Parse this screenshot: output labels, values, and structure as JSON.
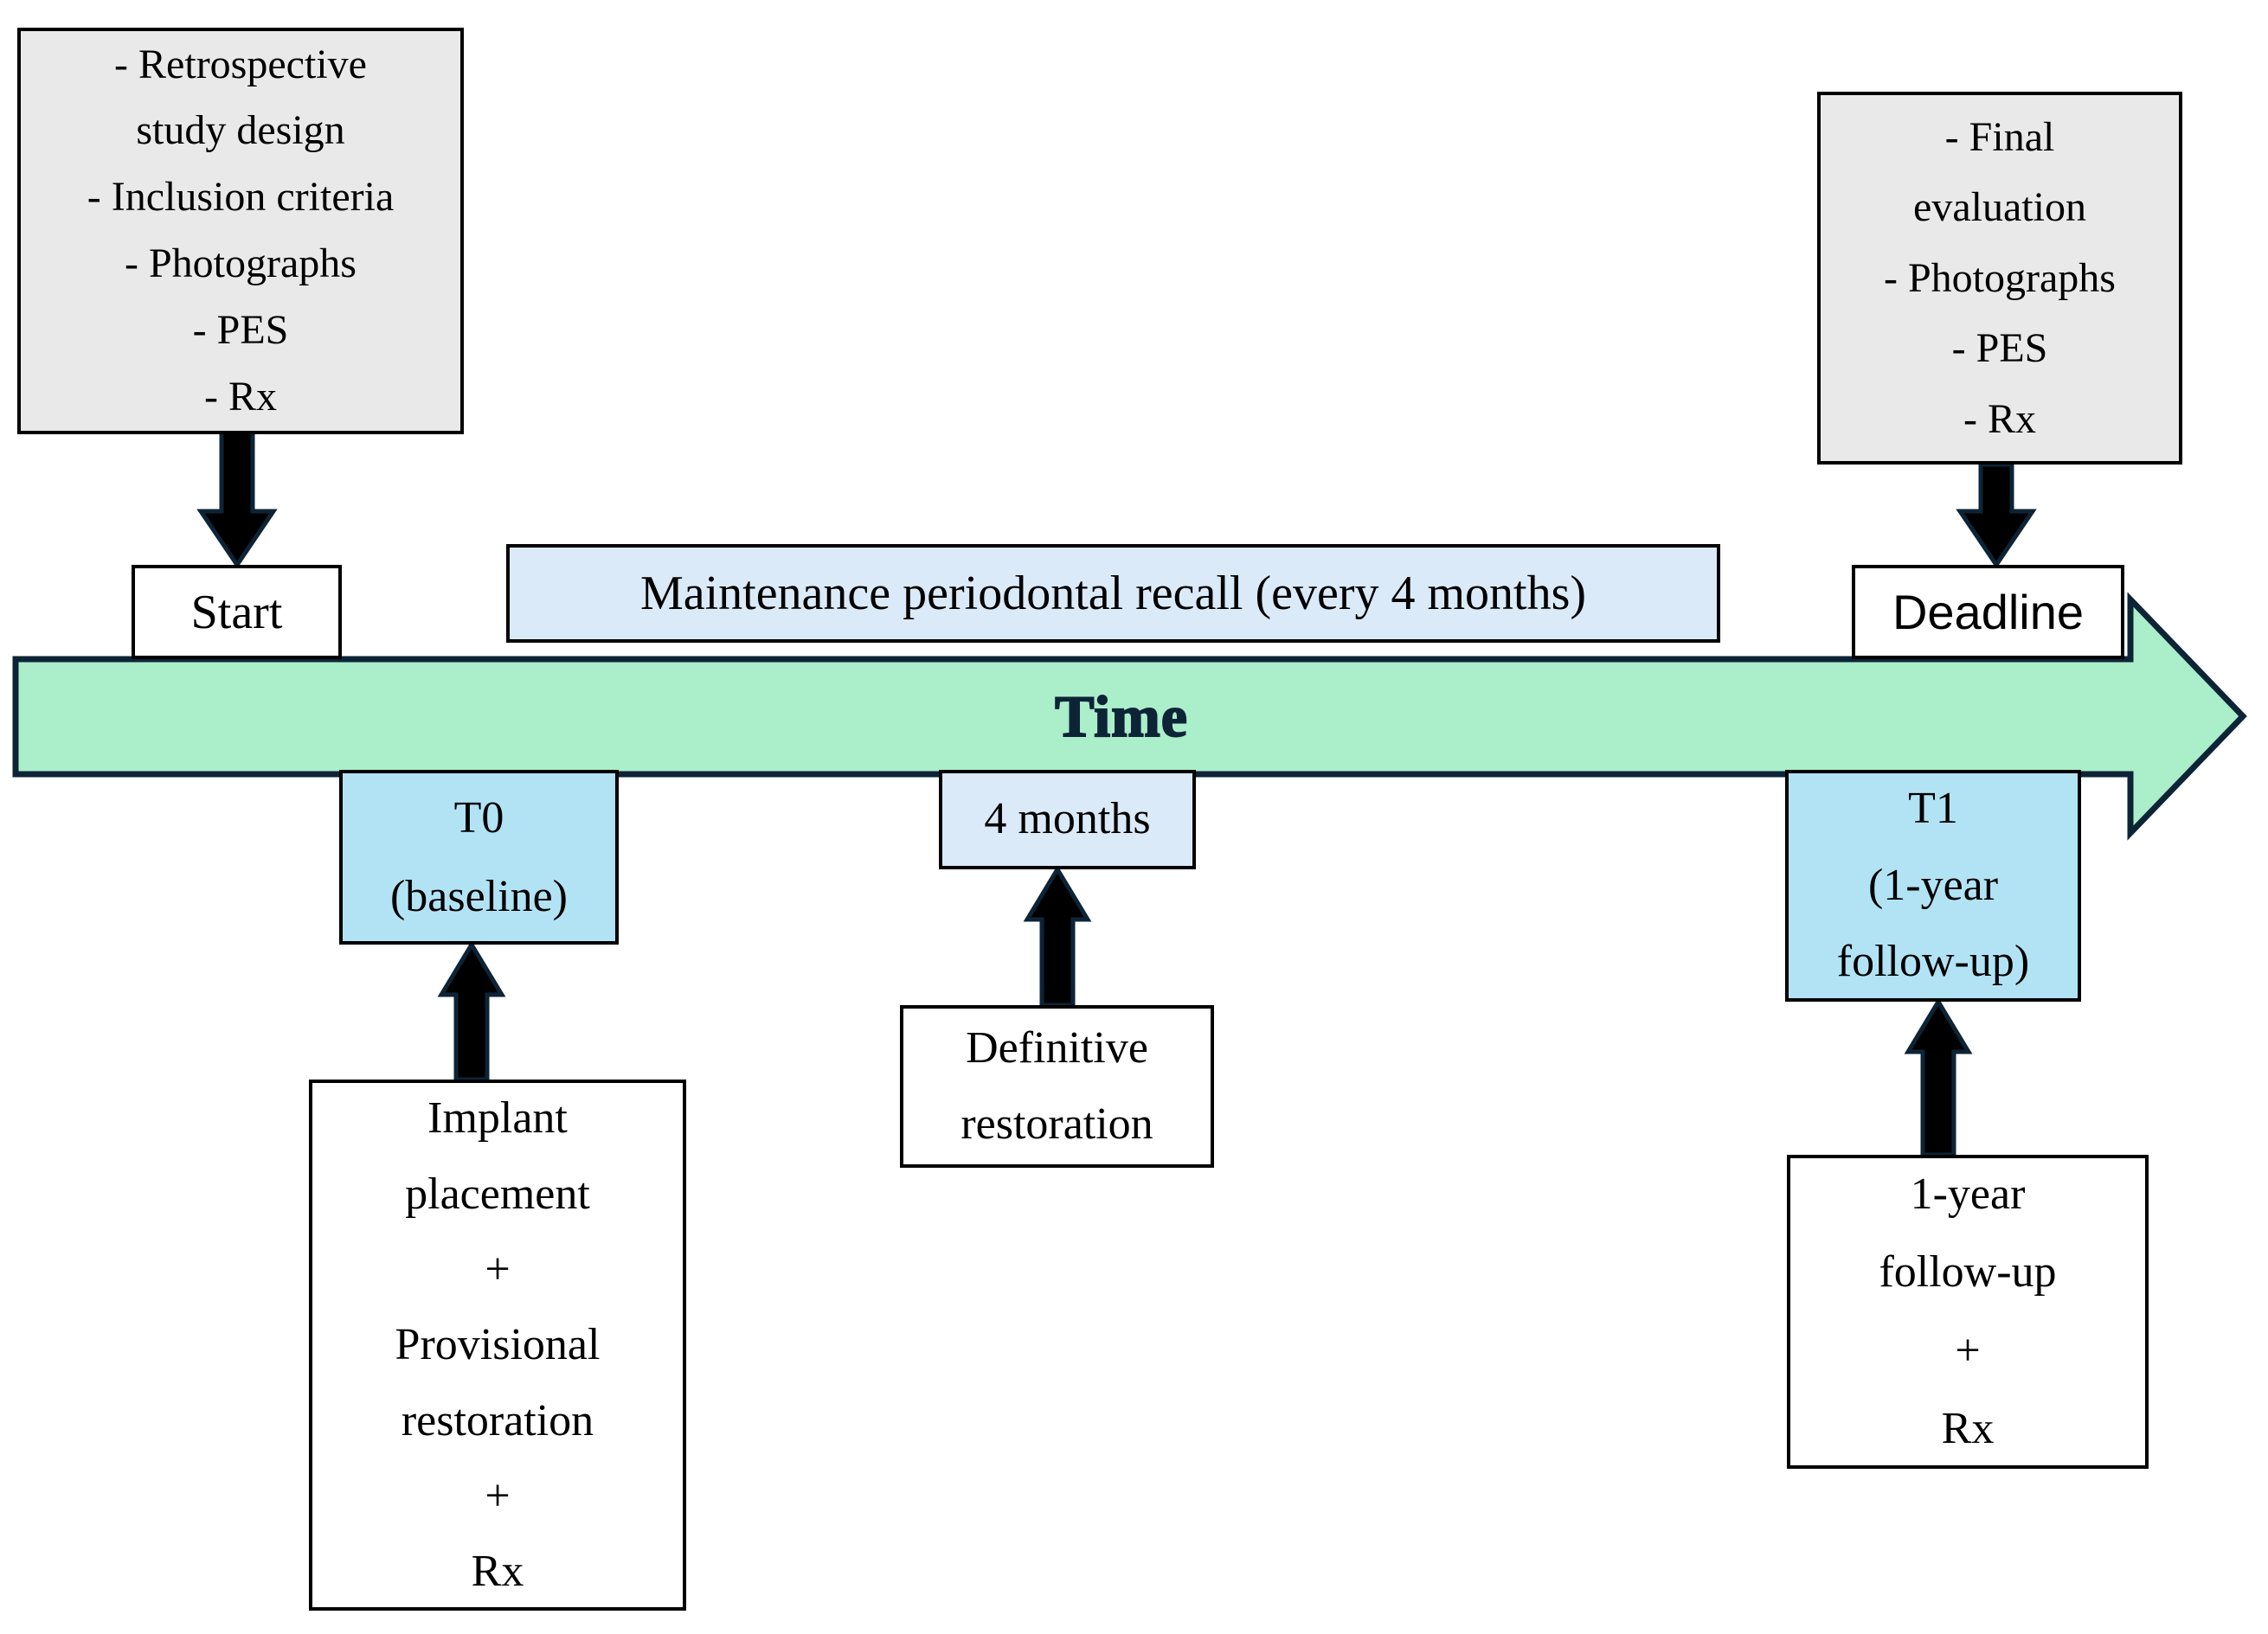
{
  "diagram": {
    "timeline_label": "Time",
    "start_label": "Start",
    "deadline_label": "Deadline",
    "maintenance_label": "Maintenance periodontal recall (every 4 months)",
    "four_months_label": "4 months",
    "top_left_box": {
      "lines": [
        "- Retrospective",
        "study design",
        "- Inclusion criteria",
        "- Photographs",
        "- PES",
        "- Rx"
      ]
    },
    "top_right_box": {
      "lines": [
        "- Final",
        "evaluation",
        "- Photographs",
        "- PES",
        "- Rx"
      ]
    },
    "t0_box": {
      "lines": [
        "T0",
        "(baseline)"
      ]
    },
    "t1_box": {
      "lines": [
        "T1",
        "(1-year",
        "follow-up)"
      ]
    },
    "implant_box": {
      "lines": [
        "Implant",
        "placement",
        "+",
        "Provisional",
        "restoration",
        "+",
        "Rx"
      ]
    },
    "definitive_box": {
      "lines": [
        "Definitive",
        "restoration"
      ]
    },
    "one_year_box": {
      "lines": [
        "1-year",
        "follow-up",
        "+",
        "Rx"
      ]
    },
    "colors": {
      "navy": "#0d2437",
      "green": "#abeeca",
      "cyan": "#b2e3f5",
      "lblue": "#dbeaf8",
      "gray": "#e9e9e9",
      "ink": "#000000",
      "paper": "#ffffff"
    }
  }
}
